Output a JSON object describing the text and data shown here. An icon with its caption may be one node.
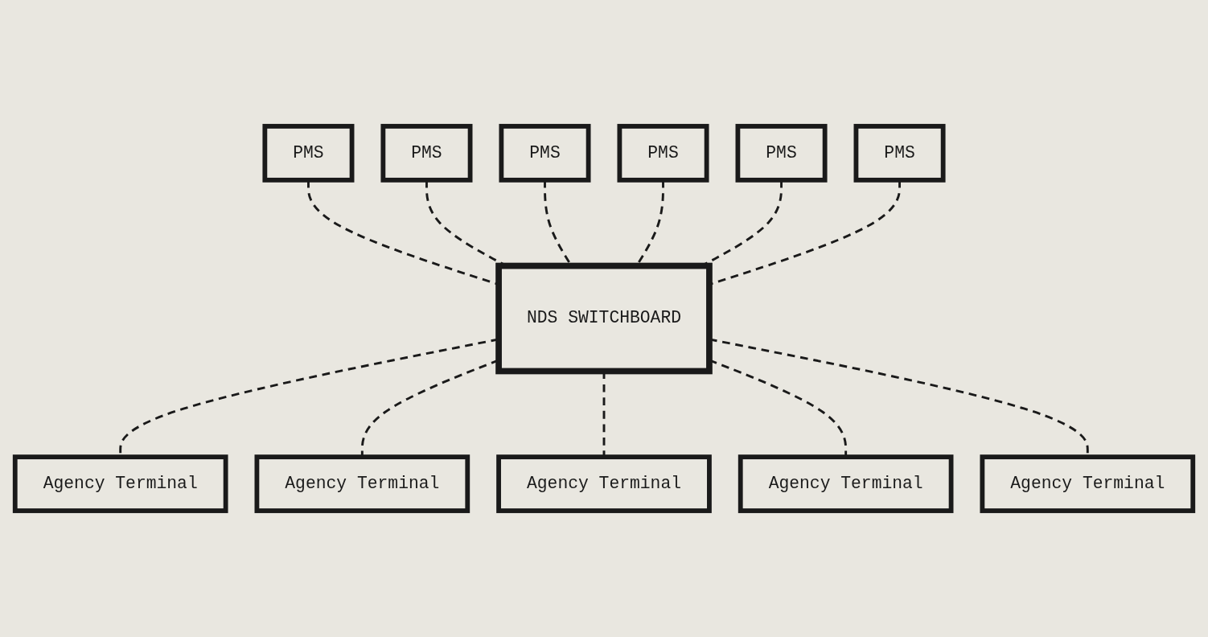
{
  "diagram": {
    "nodes": [
      {
        "text": [
          "PMS"
        ]
      },
      {
        "text": [
          "PMS"
        ]
      },
      {
        "text": [
          "PMS"
        ]
      },
      {
        "text": [
          "PMS"
        ]
      },
      {
        "text": [
          "PMS"
        ]
      },
      {
        "text": [
          "PMS"
        ]
      },
      {
        "text": [
          "NDS SWITCHBOARD"
        ]
      },
      {
        "text": [
          "Agency Terminal"
        ]
      },
      {
        "text": [
          "Agency Terminal"
        ]
      },
      {
        "text": [
          "Agency Terminal"
        ]
      },
      {
        "text": [
          "Agency Terminal"
        ]
      },
      {
        "text": [
          "Agency Terminal"
        ]
      }
    ],
    "edges": [
      {
        "from": 0,
        "to": 6,
        "arrow": "none",
        "style": "dashed"
      },
      {
        "from": 1,
        "to": 6,
        "arrow": "none",
        "style": "dashed"
      },
      {
        "from": 2,
        "to": 6,
        "arrow": "none",
        "style": "dashed"
      },
      {
        "from": 3,
        "to": 6,
        "arrow": "none",
        "style": "dashed"
      },
      {
        "from": 4,
        "to": 6,
        "arrow": "none",
        "style": "dashed"
      },
      {
        "from": 5,
        "to": 6,
        "arrow": "none",
        "style": "dashed"
      },
      {
        "from": 6,
        "to": 7,
        "arrow": "none",
        "style": "dashed"
      },
      {
        "from": 6,
        "to": 8,
        "arrow": "none",
        "style": "dashed"
      },
      {
        "from": 6,
        "to": 9,
        "arrow": "none",
        "style": "dashed"
      },
      {
        "from": 6,
        "to": 10,
        "arrow": "none",
        "style": "dashed"
      },
      {
        "from": 6,
        "to": 11,
        "arrow": "none",
        "style": "dashed"
      }
    ]
  }
}
